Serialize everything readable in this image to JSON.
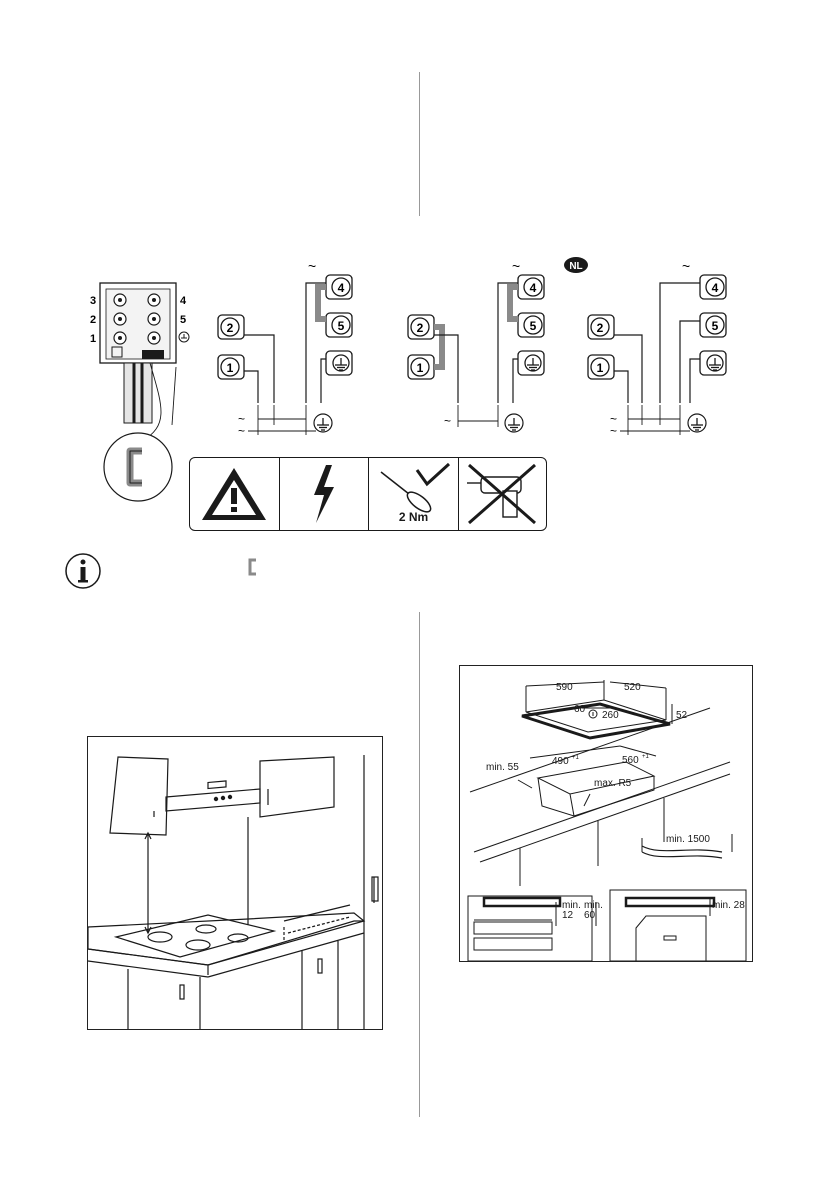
{
  "terminal_block": {
    "left_labels": [
      "3",
      "2",
      "1"
    ],
    "right_labels": [
      "4",
      "5"
    ]
  },
  "wiring": {
    "terminals": [
      "1",
      "2",
      "4",
      "5"
    ],
    "country_badge": "NL",
    "ac_symbol": "~"
  },
  "warnings": {
    "torque": "2 Nm"
  },
  "cutout": {
    "hob_width": "590",
    "hob_depth": "520",
    "offset_front": "60",
    "offset_center": "260",
    "hob_height": "52",
    "min_back": "min. 55",
    "cut_width": "490",
    "cut_width_tol": "+1",
    "cut_depth": "560",
    "cut_depth_tol": "+1",
    "radius": "max. R5",
    "cable": "min. 1500",
    "min_label": "min.",
    "gap_a": "12",
    "gap_b": "60",
    "min_28": "min. 28"
  },
  "colors": {
    "line": "#1a1a1a",
    "bridge": "#8a8a8a",
    "badge": "#1a1a1a",
    "separator": "#999999"
  },
  "icons": [
    "info-icon",
    "warning-triangle-icon",
    "lightning-icon",
    "screwdriver-icon",
    "no-drill-icon",
    "bridge-icon",
    "earth-icon"
  ]
}
